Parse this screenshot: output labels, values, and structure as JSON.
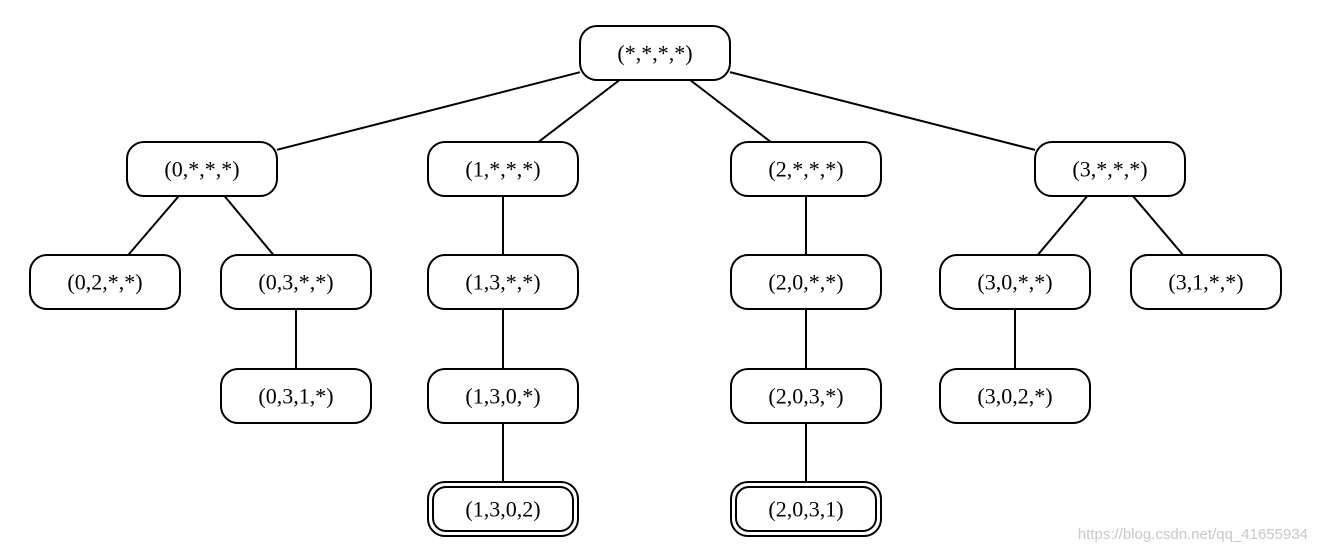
{
  "nodes": [
    {
      "id": "root",
      "label": "(*,*,*,*)",
      "solution": false
    },
    {
      "id": "n0",
      "label": "(0,*,*,*)",
      "solution": false
    },
    {
      "id": "n1",
      "label": "(1,*,*,*)",
      "solution": false
    },
    {
      "id": "n2",
      "label": "(2,*,*,*)",
      "solution": false
    },
    {
      "id": "n3",
      "label": "(3,*,*,*)",
      "solution": false
    },
    {
      "id": "n02",
      "label": "(0,2,*,*)",
      "solution": false
    },
    {
      "id": "n03",
      "label": "(0,3,*,*)",
      "solution": false
    },
    {
      "id": "n031",
      "label": "(0,3,1,*)",
      "solution": false
    },
    {
      "id": "n13",
      "label": "(1,3,*,*)",
      "solution": false
    },
    {
      "id": "n130",
      "label": "(1,3,0,*)",
      "solution": false
    },
    {
      "id": "n1302",
      "label": "(1,3,0,2)",
      "solution": true
    },
    {
      "id": "n20",
      "label": "(2,0,*,*)",
      "solution": false
    },
    {
      "id": "n203",
      "label": "(2,0,3,*)",
      "solution": false
    },
    {
      "id": "n2031",
      "label": "(2,0,3,1)",
      "solution": true
    },
    {
      "id": "n30",
      "label": "(3,0,*,*)",
      "solution": false
    },
    {
      "id": "n302",
      "label": "(3,0,2,*)",
      "solution": false
    },
    {
      "id": "n31",
      "label": "(3,1,*,*)",
      "solution": false
    }
  ],
  "edges": [
    [
      "root",
      "n0"
    ],
    [
      "root",
      "n1"
    ],
    [
      "root",
      "n2"
    ],
    [
      "root",
      "n3"
    ],
    [
      "n0",
      "n02"
    ],
    [
      "n0",
      "n03"
    ],
    [
      "n03",
      "n031"
    ],
    [
      "n1",
      "n13"
    ],
    [
      "n13",
      "n130"
    ],
    [
      "n130",
      "n1302"
    ],
    [
      "n2",
      "n20"
    ],
    [
      "n20",
      "n203"
    ],
    [
      "n203",
      "n2031"
    ],
    [
      "n3",
      "n30"
    ],
    [
      "n3",
      "n31"
    ],
    [
      "n30",
      "n302"
    ]
  ],
  "watermark": "https://blog.csdn.net/qq_41655934"
}
